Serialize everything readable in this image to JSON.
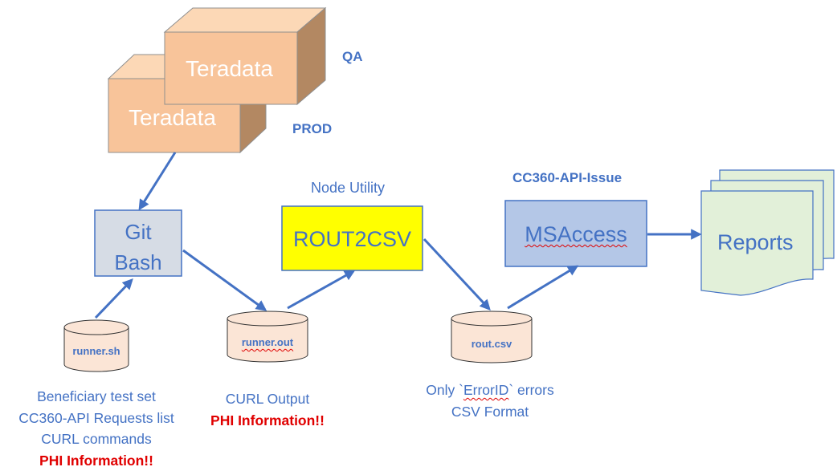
{
  "teradata_qa": {
    "label": "Teradata",
    "env": "QA"
  },
  "teradata_prod": {
    "label": "Teradata",
    "env": "PROD"
  },
  "git_bash": {
    "line1": "Git",
    "line2": "Bash"
  },
  "rout2csv": {
    "label": "ROUT2CSV",
    "caption": "Node Utility"
  },
  "msaccess": {
    "label": "MSAccess",
    "caption": "CC360-API-Issue"
  },
  "reports": {
    "label": "Reports"
  },
  "runner_sh": {
    "label": "runner.sh",
    "notes": [
      "Beneficiary test set",
      "CC360-API Requests list",
      "CURL commands"
    ],
    "warning": "PHI Information!!"
  },
  "runner_out": {
    "label": "runner.out",
    "notes": [
      "CURL Output"
    ],
    "warning": "PHI Information!!"
  },
  "rout_csv": {
    "label": "rout.csv",
    "note_prefix": "Only `",
    "note_term": "ErrorID",
    "note_suffix": "` errors",
    "note2": "CSV Format"
  },
  "colors": {
    "accent_blue": "#4472C4",
    "teradata_fill": "#F8C49A",
    "git_bash_fill": "#D6DCE5",
    "rout2csv_fill": "#FFFF00",
    "msaccess_fill": "#B4C7E7",
    "reports_fill": "#E2F0D9",
    "cylinder_fill": "#FBE5D6",
    "warning_red": "#E00000"
  }
}
